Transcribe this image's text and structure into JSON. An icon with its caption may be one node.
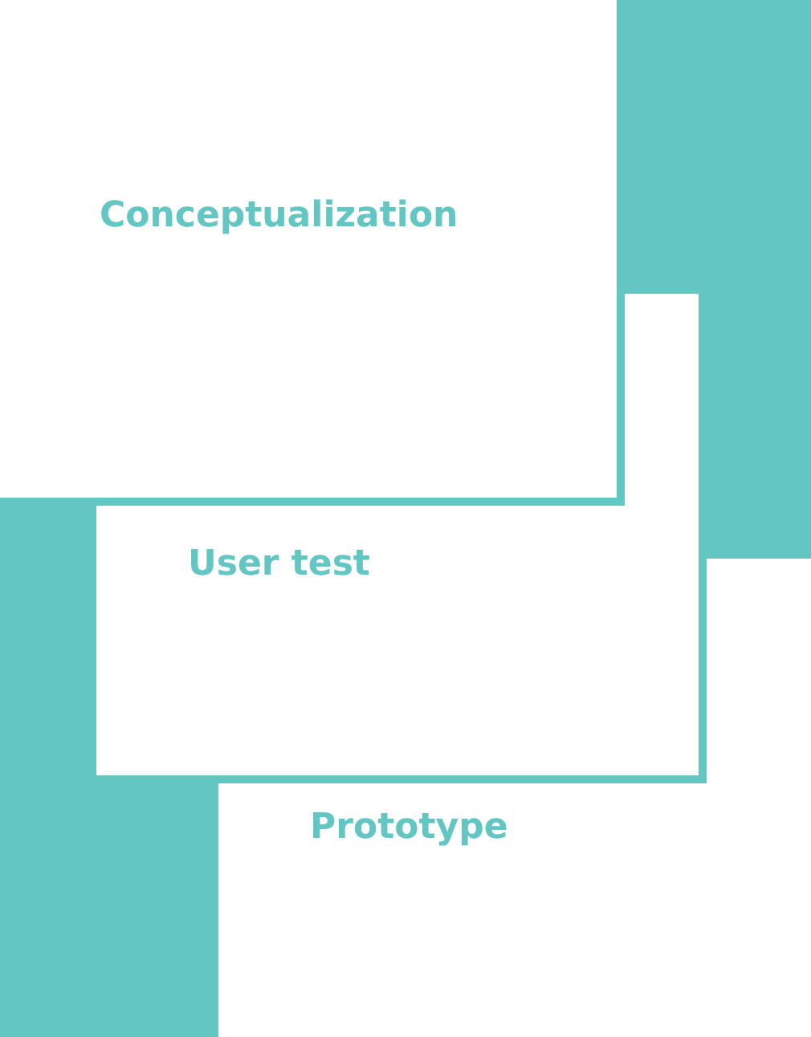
{
  "diagram": {
    "nodes": [
      {
        "text": [
          "Conceptualization"
        ]
      },
      {
        "text": [
          "User test"
        ]
      },
      {
        "text": [
          "Prototype"
        ]
      }
    ]
  }
}
